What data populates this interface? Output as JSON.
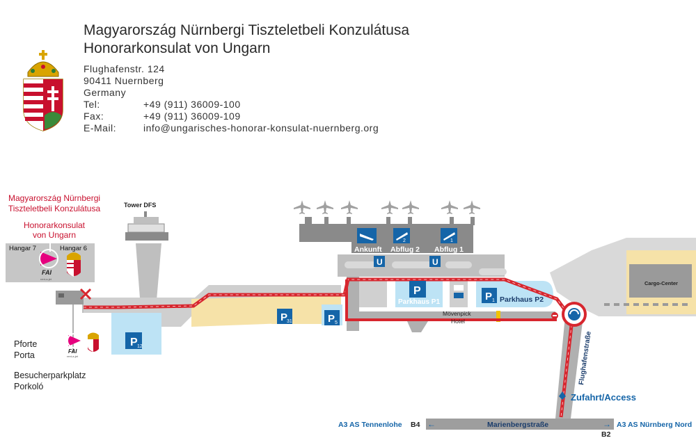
{
  "header": {
    "title": "Magyarország Nürnbergi Tiszteletbeli Konzulátusa",
    "subtitle": "Honorarkonsulat von Ungarn",
    "address": {
      "street": "Flughafenstr. 124",
      "city": "90411 Nuernberg",
      "country": "Germany",
      "tel_label": "Tel:",
      "tel": "+49 (911) 36009-100",
      "fax_label": "Fax:",
      "fax": "+49 (911) 36009-109",
      "email_label": "E-Mail:",
      "email": "info@ungarisches-honorar-konsulat-nuernberg.org"
    }
  },
  "map": {
    "consulate_hu_line1": "Magyarország Nürnbergi",
    "consulate_hu_line2": "Tiszteletbeli Konzulátusa",
    "consulate_de_line1": "Honorarkonsulat",
    "consulate_de_line2": "von Ungarn",
    "hangar7": "Hangar 7",
    "hangar6": "Hangar 6",
    "fai": "FAI",
    "fai_small": "rent-a-jet",
    "pforte": "Pforte",
    "porta": "Porta",
    "besucherparkplatz": "Besucherparkplatz",
    "porkolo": "Porkoló",
    "tower": "Tower DFS",
    "ankunft": "Ankunft",
    "abflug2": "Abflug 2",
    "abflug1": "Abflug 1",
    "u": "U",
    "parkhaus_p1": "Parkhaus P1",
    "parkhaus_p2": "Parkhaus P2",
    "p": "P",
    "p12": "12",
    "p31": "31",
    "p5": "5",
    "p1": "1",
    "num1": "1",
    "num2": "2",
    "movenpick1": "Mövenpick",
    "movenpick2": "Hotel",
    "cargo": "Cargo-Center",
    "flughafenstrasse": "Flughafenstraße",
    "zufahrt": "Zufahrt/Access",
    "marienbergstrasse": "Marienbergstraße",
    "a3_left": "A3 AS Tennenlohe",
    "b4": "B4",
    "a3_right": "A3 AS  Nürnberg Nord",
    "b2": "B2"
  },
  "colors": {
    "route_red": "#d7262e",
    "light_blue": "#bde3f5",
    "dark_blue": "#1565a8",
    "sand": "#f6e2a8",
    "grey": "#8c8c8c",
    "pale_grey": "#d9d9d9"
  }
}
